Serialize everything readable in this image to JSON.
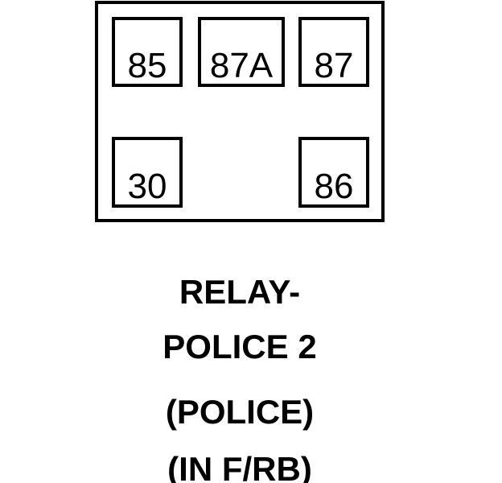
{
  "diagram": {
    "type": "relay-pinout",
    "pins": [
      {
        "label": "85",
        "row": "top",
        "position": "left"
      },
      {
        "label": "87A",
        "row": "top",
        "position": "center"
      },
      {
        "label": "87",
        "row": "top",
        "position": "right"
      },
      {
        "label": "30",
        "row": "bottom",
        "position": "left"
      },
      {
        "label": "86",
        "row": "bottom",
        "position": "right"
      }
    ],
    "caption": {
      "line1": "RELAY-",
      "line2": "POLICE 2",
      "line3": "(POLICE)",
      "line4": "(IN F/RB)"
    }
  },
  "colors": {
    "ink": "#000000",
    "background": "#ffffff"
  }
}
